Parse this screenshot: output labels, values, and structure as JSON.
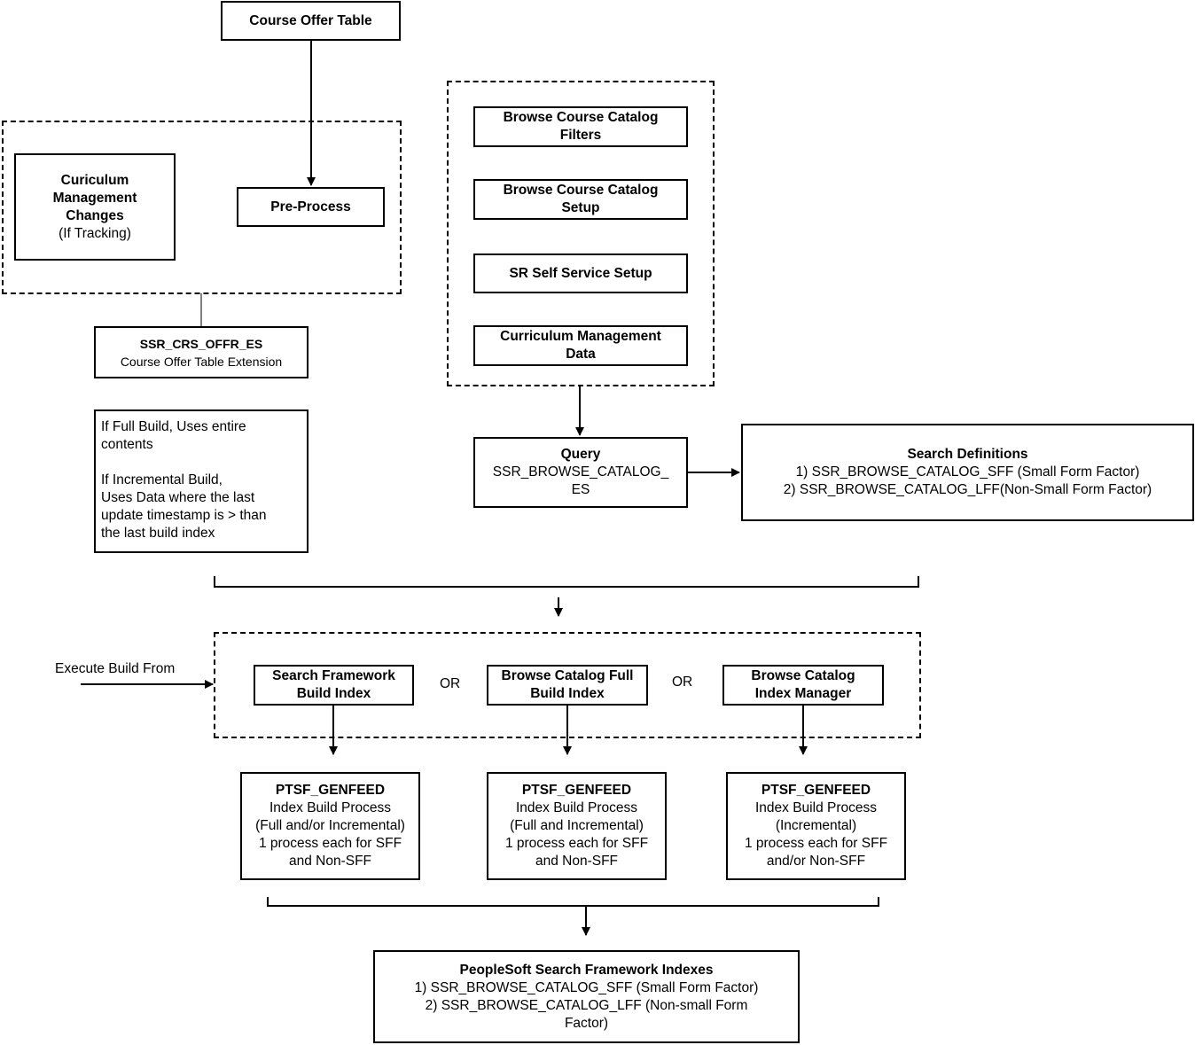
{
  "nodes": {
    "course_offer_table": "Course Offer Table",
    "curriculum_changes": {
      "title_1": "Curiculum",
      "title_2": "Management",
      "title_3": "Changes",
      "note": "(If Tracking)"
    },
    "pre_process": "Pre-Process",
    "ssr_crs_offr": {
      "title": "SSR_CRS_OFFR_ES",
      "subtitle": "Course Offer Table Extension"
    },
    "build_note": {
      "line_1": "If Full Build, Uses entire",
      "line_2": "contents",
      "line_3": "If Incremental Build,",
      "line_4": "Uses Data where the last",
      "line_5": "update timestamp is > than",
      "line_6": "the last build index"
    },
    "browse_filters": {
      "line_1": "Browse Course Catalog",
      "line_2": "Filters"
    },
    "browse_setup": {
      "line_1": "Browse Course Catalog",
      "line_2": "Setup"
    },
    "sr_self_service": "SR Self Service Setup",
    "curriculum_data": {
      "line_1": "Curriculum Management",
      "line_2": "Data"
    },
    "query": {
      "title": "Query",
      "line_1": "SSR_BROWSE_CATALOG_",
      "line_2": "ES"
    },
    "search_definitions": {
      "title": "Search Definitions",
      "item_1": "1) SSR_BROWSE_CATALOG_SFF (Small Form Factor)",
      "item_2": "2) SSR_BROWSE_CATALOG_LFF(Non-Small Form Factor)"
    },
    "execute_label": "Execute Build From",
    "sf_build_index": {
      "line_1": "Search Framework",
      "line_2": "Build Index"
    },
    "or_1": "OR",
    "bc_full_build": {
      "line_1": "Browse Catalog Full",
      "line_2": "Build Index"
    },
    "or_2": "OR",
    "bc_index_manager": {
      "line_1": "Browse Catalog",
      "line_2": "Index Manager"
    },
    "genfeed_1": {
      "title": "PTSF_GENFEED",
      "line_1": "Index Build Process",
      "line_2": "(Full and/or Incremental)",
      "line_3": "1 process each for SFF",
      "line_4": "and Non-SFF"
    },
    "genfeed_2": {
      "title": "PTSF_GENFEED",
      "line_1": "Index Build Process",
      "line_2": "(Full and Incremental)",
      "line_3": "1 process each for SFF",
      "line_4": "and Non-SFF"
    },
    "genfeed_3": {
      "title": "PTSF_GENFEED",
      "line_1": "Index Build Process",
      "line_2": "(Incremental)",
      "line_3": "1 process each for SFF",
      "line_4": "and/or Non-SFF"
    },
    "peoplesoft_indexes": {
      "title": "PeopleSoft Search Framework Indexes",
      "item_1": "1) SSR_BROWSE_CATALOG_SFF (Small Form Factor)",
      "item_2": "2) SSR_BROWSE_CATALOG_LFF (Non-small Form",
      "item_3": "Factor)"
    }
  },
  "colors": {
    "stroke": "#000000",
    "background": "#ffffff"
  }
}
